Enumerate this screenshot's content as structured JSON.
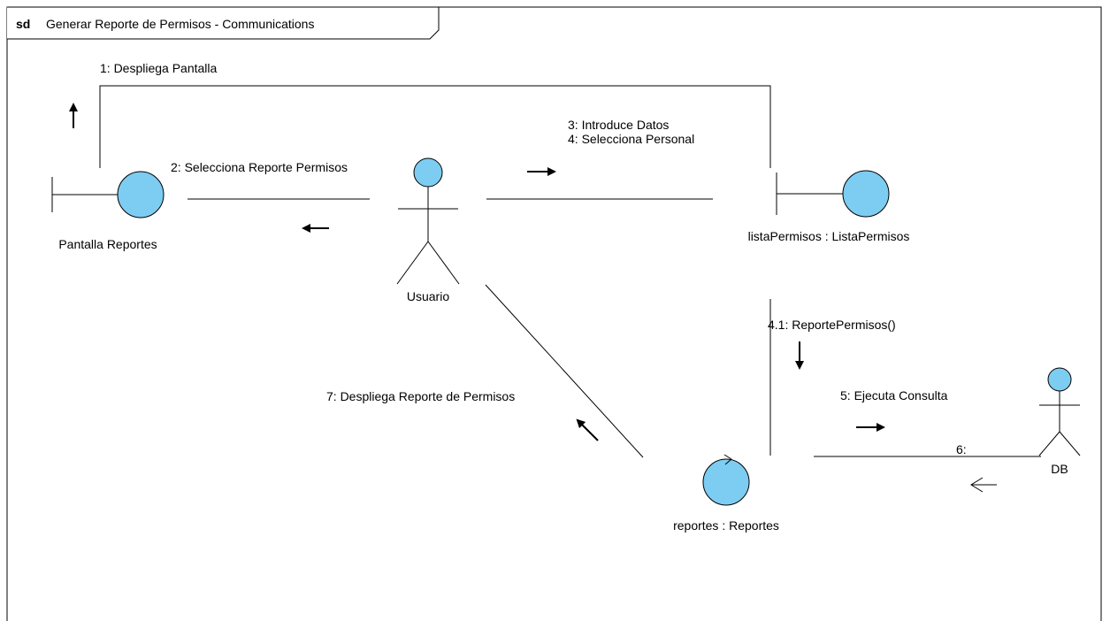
{
  "diagram": {
    "frame": {
      "keyword": "sd",
      "title": "Generar Reporte de Permisos - Communications"
    },
    "colors": {
      "fill": "#7dccf2",
      "line": "#000000",
      "background": "#ffffff"
    },
    "objects": {
      "pantalla": "Pantalla Reportes",
      "usuario": "Usuario",
      "lista": "listaPermisos : ListaPermisos",
      "reportes": "reportes : Reportes",
      "db": "DB"
    },
    "messages": {
      "m1": "1: Despliega Pantalla",
      "m2": "2: Selecciona Reporte Permisos",
      "m3": "3: Introduce Datos",
      "m4": "4: Selecciona Personal",
      "m41": "4.1: ReportePermisos()",
      "m5": "5: Ejecuta Consulta",
      "m6": "6:",
      "m7": "7: Despliega Reporte de Permisos"
    }
  }
}
